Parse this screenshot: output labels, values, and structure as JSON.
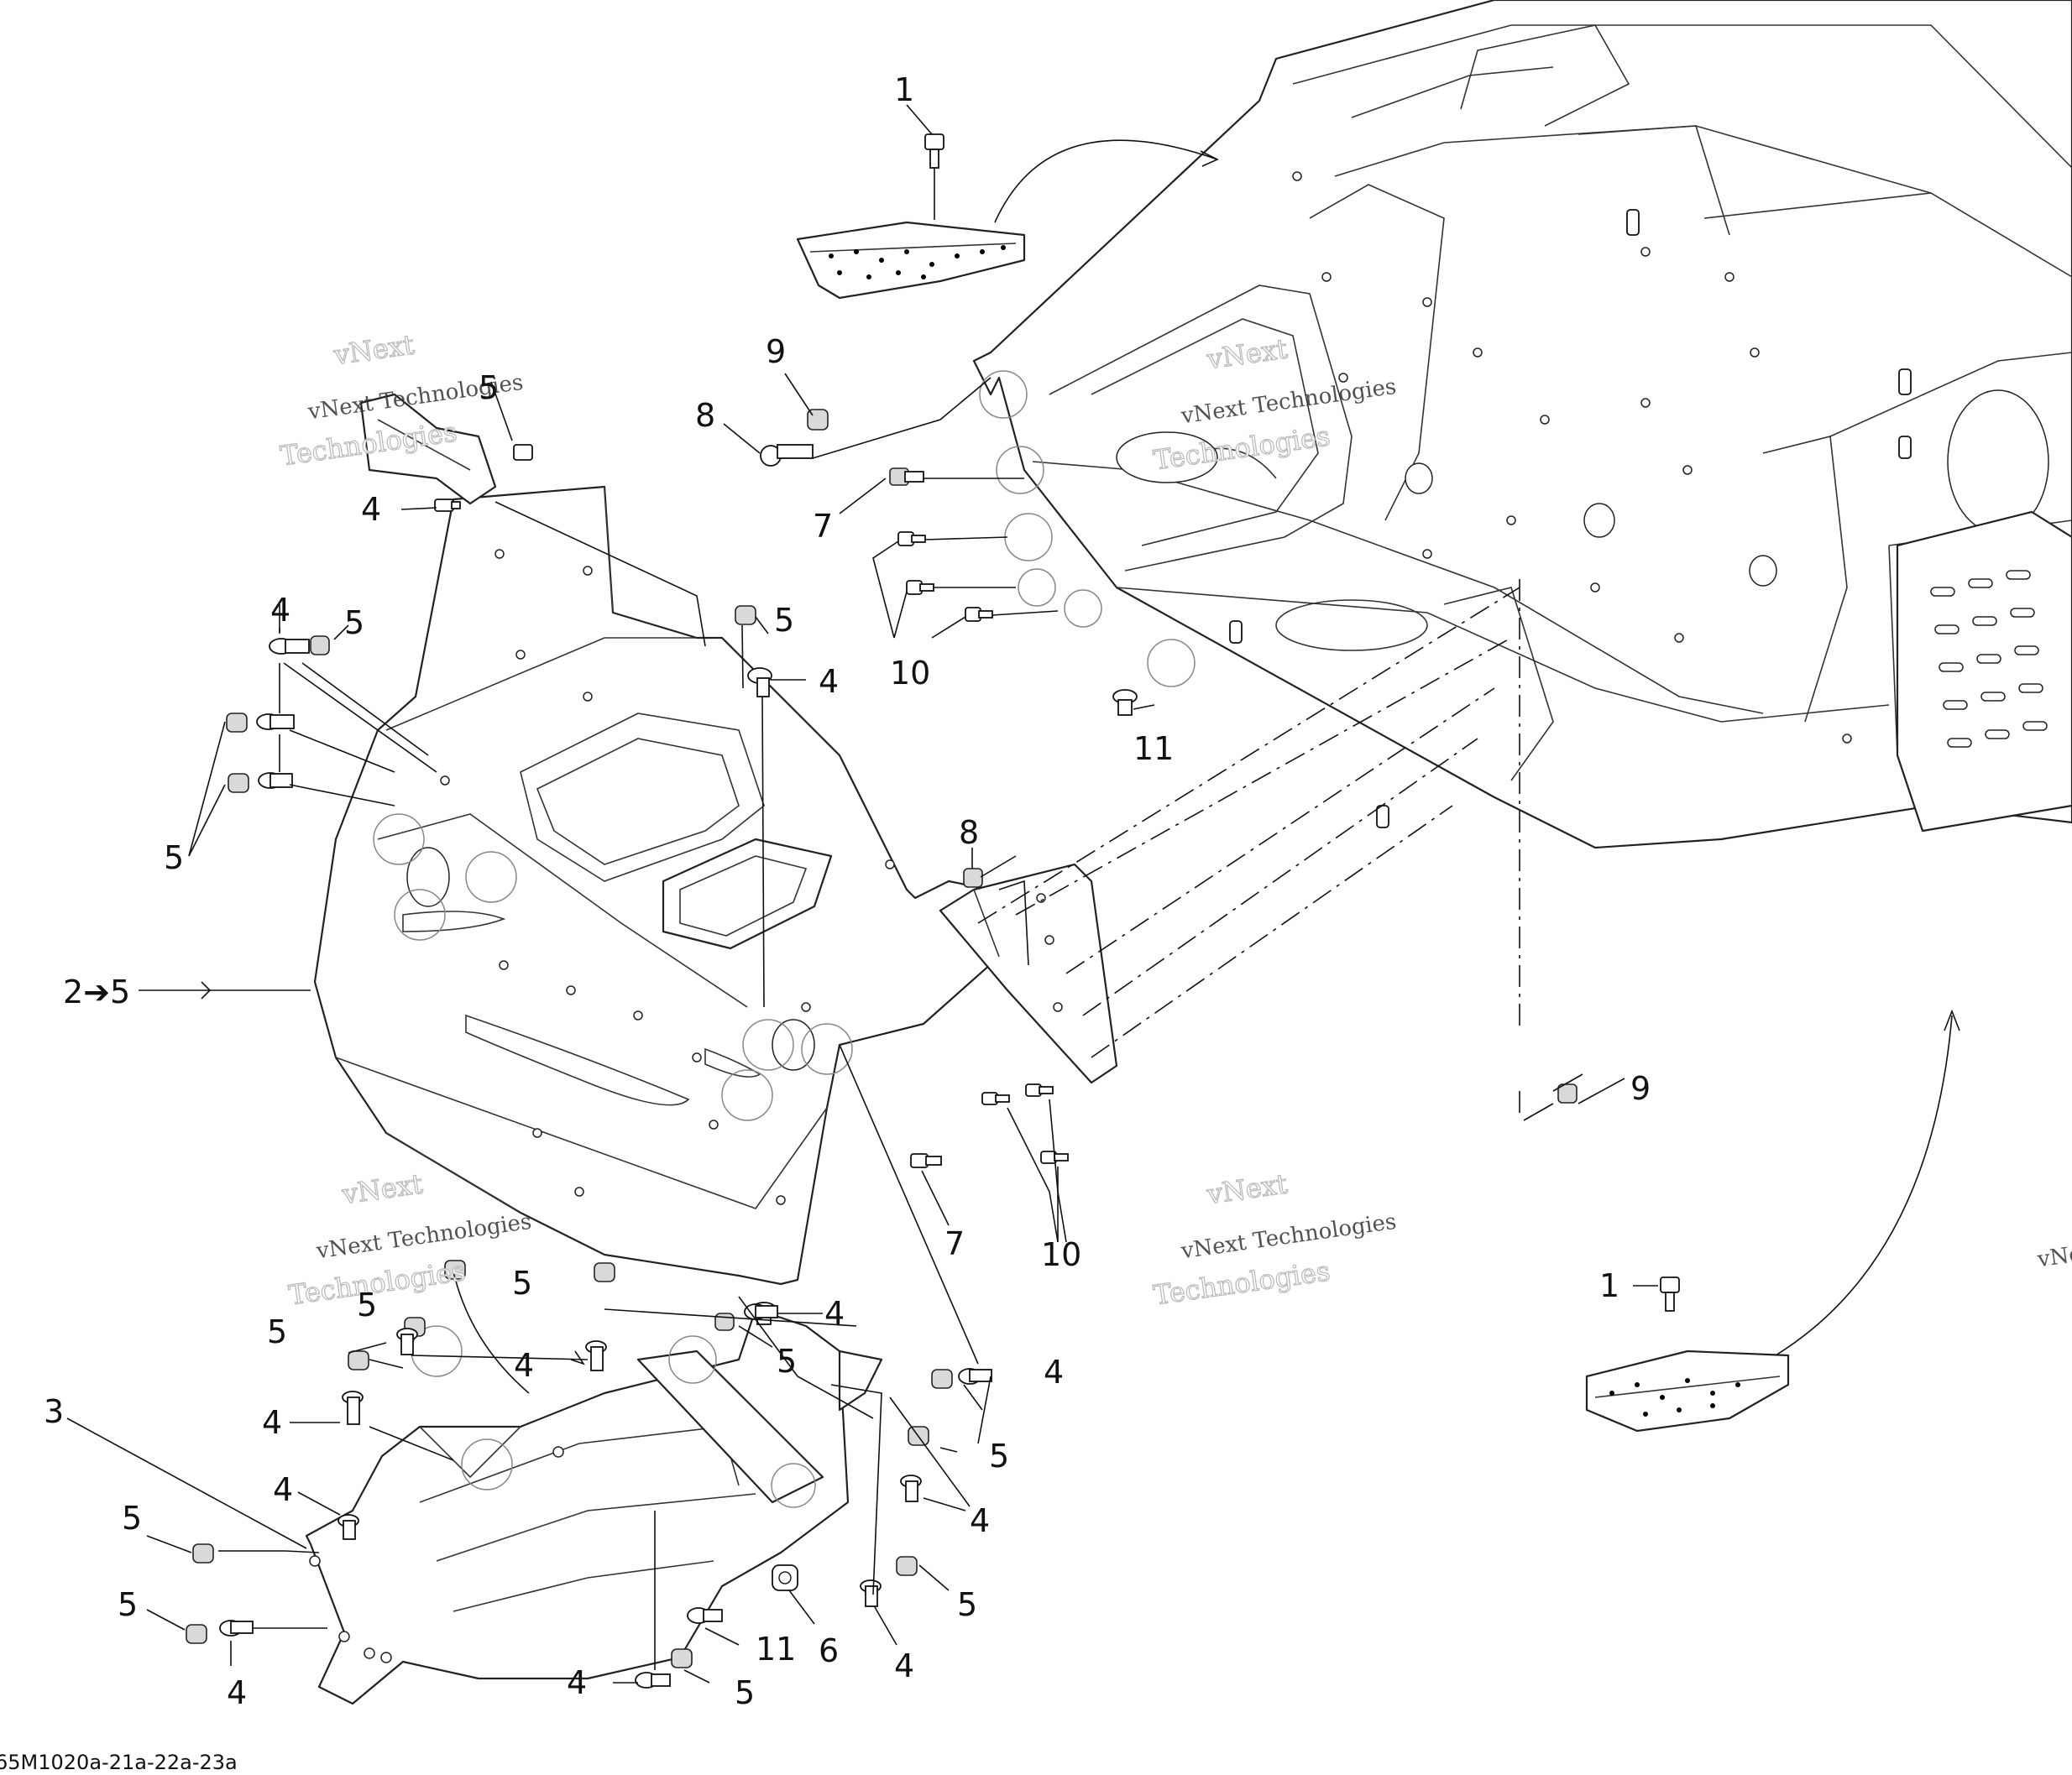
{
  "diagram": {
    "drawing_code": "65M1020a-21a-22a-23a",
    "watermark": {
      "line1": "vNext",
      "line2": "Technologies",
      "full": "vNext Technologies"
    },
    "callouts": {
      "c1_top": "1",
      "c1_bottom": "1",
      "c2_range": "2➔5",
      "c3": "3",
      "c4_a": "4",
      "c4_b": "4",
      "c4_c": "4",
      "c4_d": "4",
      "c4_e": "4",
      "c4_f": "4",
      "c4_g": "4",
      "c4_h": "4",
      "c4_i": "4",
      "c4_j": "4",
      "c4_k": "4",
      "c4_l": "4",
      "c5_a": "5",
      "c5_b": "5",
      "c5_c": "5",
      "c5_d": "5",
      "c5_e": "5",
      "c5_f": "5",
      "c5_g": "5",
      "c5_h": "5",
      "c5_i": "5",
      "c5_j": "5",
      "c5_k": "5",
      "c5_l": "5",
      "c5_m": "5",
      "c6": "6",
      "c7_a": "7",
      "c7_b": "7",
      "c8_a": "8",
      "c8_b": "8",
      "c9_a": "9",
      "c9_b": "9",
      "c10_a": "10",
      "c10_b": "10",
      "c11_a": "11",
      "c11_b": "11"
    }
  }
}
